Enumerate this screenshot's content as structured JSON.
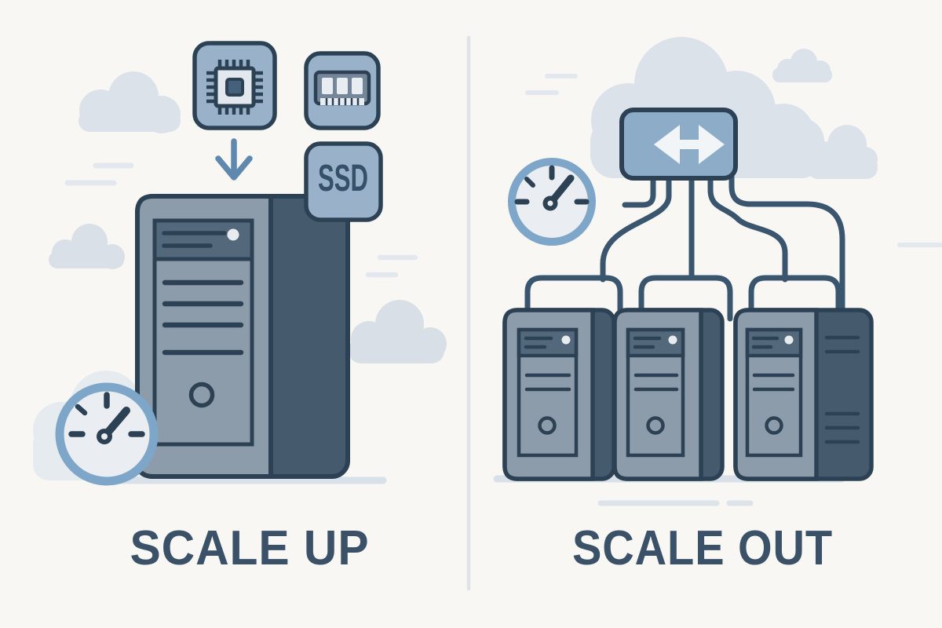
{
  "left": {
    "label": "SCALE UP",
    "ssd_label": "SSD",
    "server_count": 1,
    "icons": [
      "cpu-icon",
      "ram-icon",
      "ssd-icon",
      "down-arrow-icon",
      "speedometer-icon",
      "server-tower"
    ]
  },
  "right": {
    "label": "SCALE OUT",
    "server_count": 3,
    "icons": [
      "load-balancer",
      "bidirectional-arrow-icon",
      "speedometer-icon",
      "server-tower",
      "connection-lines"
    ]
  },
  "palette": {
    "background": "#f8f7f4",
    "ink_outline": "#2c4254",
    "connection_line": "#3a566f",
    "tile_fill": "#9ab2c9",
    "load_balancer_fill": "#8cacc8",
    "server_front": "#8d9cab",
    "server_side": "#465a6d",
    "server_panel_top": "#54687b",
    "led": "#e7ecf1",
    "gauge_ring": "#7ea6c8",
    "gauge_face": "#eaeef2",
    "cloud": "#dbe2e9",
    "cloud_light": "#e6ebf0",
    "divider": "#dde3e6",
    "ground_shadow": "#d9e1e8",
    "label_text": "#3a5168",
    "arrow_blue": "#5f88ae",
    "arrow_white": "#f2f5f8"
  }
}
